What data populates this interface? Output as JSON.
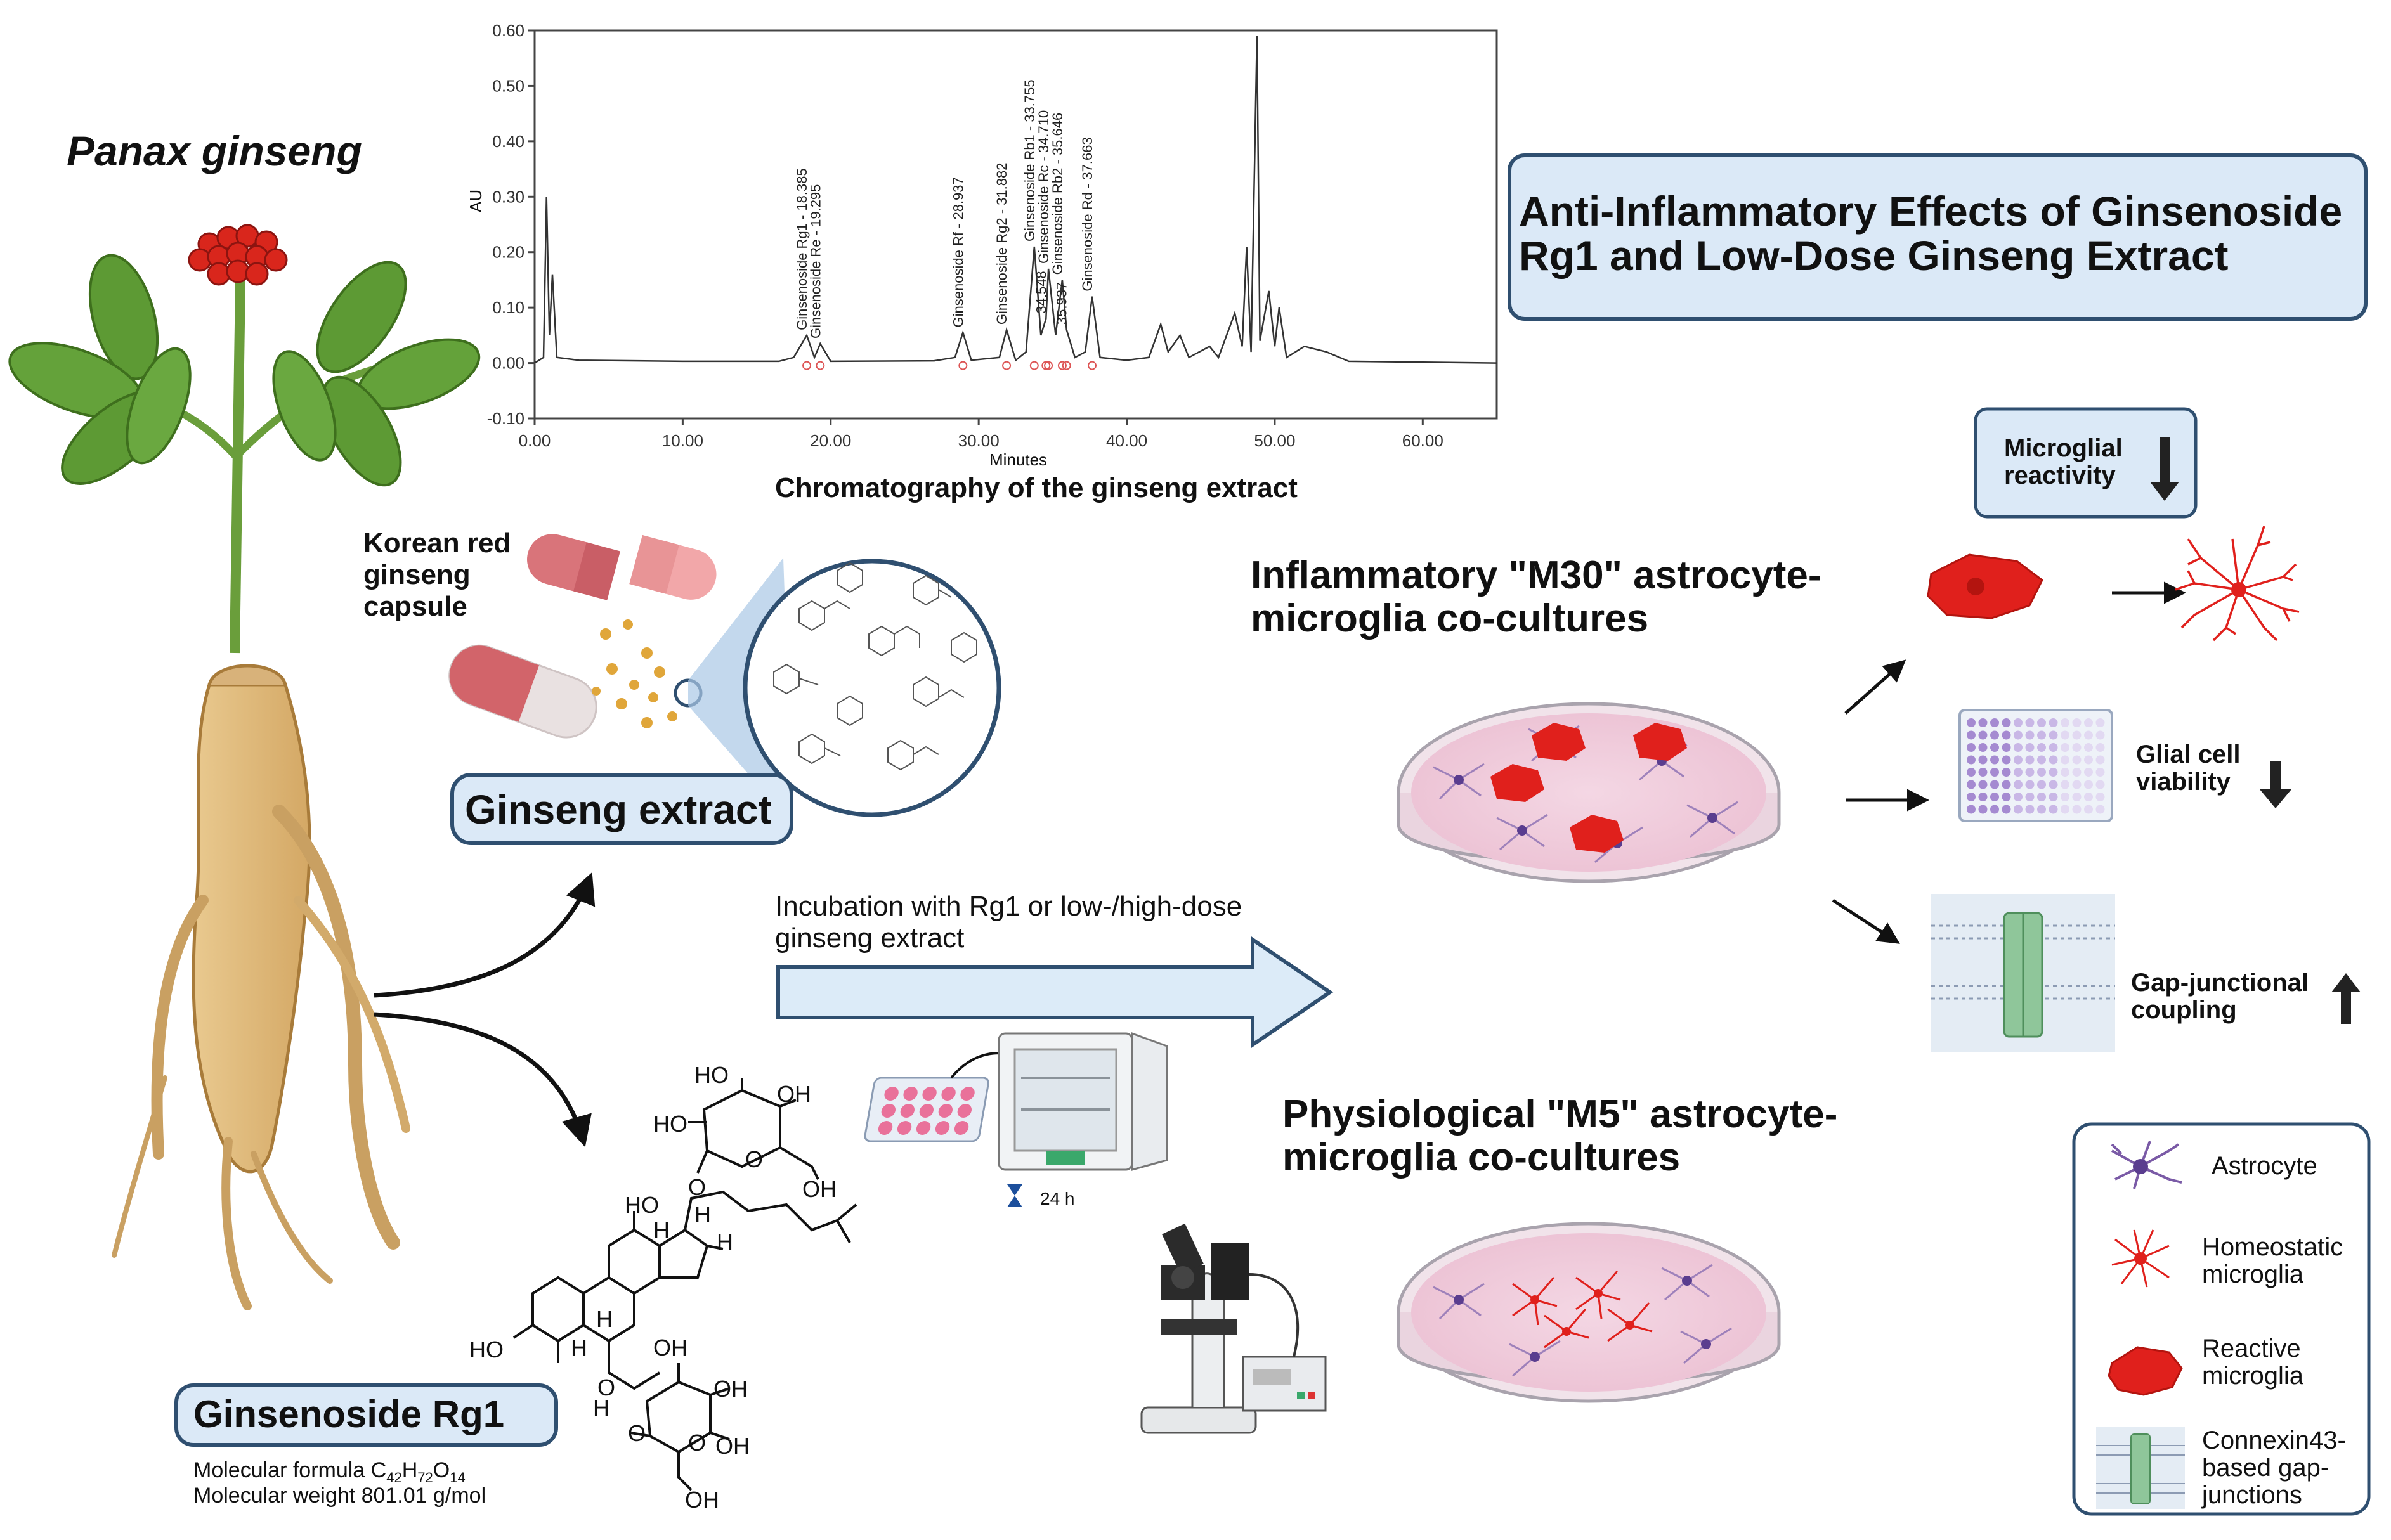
{
  "plant": {
    "title": "Panax ginseng"
  },
  "chromatogram": {
    "caption": "Chromatography of the ginseng extract",
    "y_axis_label": "AU",
    "x_axis_label": "Minutes"
  },
  "chart_data": {
    "type": "line",
    "title": "Chromatography of the ginseng extract",
    "xlabel": "Minutes",
    "ylabel": "AU",
    "xlim": [
      0,
      65
    ],
    "ylim": [
      -0.1,
      0.6
    ],
    "x_ticks": [
      "0.00",
      "10.00",
      "20.00",
      "30.00",
      "40.00",
      "50.00",
      "60.00"
    ],
    "y_ticks": [
      "-0.10",
      "0.00",
      "0.10",
      "0.20",
      "0.30",
      "0.40",
      "0.50",
      "0.60"
    ],
    "grid": false,
    "series": [
      {
        "values": [
          [
            0.0,
            0.0
          ],
          [
            0.6,
            0.01
          ],
          [
            0.8,
            0.3
          ],
          [
            1.0,
            0.05
          ],
          [
            1.2,
            0.16
          ],
          [
            1.5,
            0.01
          ],
          [
            3.0,
            0.005
          ],
          [
            10.0,
            0.003
          ],
          [
            16.5,
            0.003
          ],
          [
            17.5,
            0.01
          ],
          [
            18.385,
            0.05
          ],
          [
            18.9,
            0.01
          ],
          [
            19.295,
            0.035
          ],
          [
            20.0,
            0.003
          ],
          [
            27.0,
            0.004
          ],
          [
            28.4,
            0.01
          ],
          [
            28.937,
            0.055
          ],
          [
            29.5,
            0.005
          ],
          [
            31.4,
            0.01
          ],
          [
            31.882,
            0.06
          ],
          [
            32.5,
            0.005
          ],
          [
            33.2,
            0.02
          ],
          [
            33.755,
            0.21
          ],
          [
            34.2,
            0.05
          ],
          [
            34.548,
            0.08
          ],
          [
            34.71,
            0.17
          ],
          [
            35.2,
            0.05
          ],
          [
            35.646,
            0.15
          ],
          [
            35.937,
            0.06
          ],
          [
            36.5,
            0.01
          ],
          [
            37.2,
            0.02
          ],
          [
            37.663,
            0.12
          ],
          [
            38.2,
            0.01
          ],
          [
            40.0,
            0.005
          ],
          [
            41.5,
            0.01
          ],
          [
            42.3,
            0.07
          ],
          [
            42.8,
            0.02
          ],
          [
            43.6,
            0.05
          ],
          [
            44.2,
            0.01
          ],
          [
            45.6,
            0.03
          ],
          [
            46.2,
            0.01
          ],
          [
            47.3,
            0.09
          ],
          [
            47.8,
            0.03
          ],
          [
            48.1,
            0.21
          ],
          [
            48.4,
            0.02
          ],
          [
            48.8,
            0.59
          ],
          [
            49.0,
            0.04
          ],
          [
            49.6,
            0.13
          ],
          [
            50.0,
            0.03
          ],
          [
            50.3,
            0.1
          ],
          [
            50.8,
            0.01
          ],
          [
            52.0,
            0.03
          ],
          [
            53.5,
            0.02
          ],
          [
            55.0,
            0.003
          ],
          [
            65.0,
            0.0
          ]
        ]
      }
    ],
    "peak_labels": [
      {
        "x": 18.385,
        "y": 0.05,
        "label": "Ginsenoside Rg1 - 18.385"
      },
      {
        "x": 19.295,
        "y": 0.035,
        "label": "Ginsenoside Re - 19.295"
      },
      {
        "x": 28.937,
        "y": 0.055,
        "label": "Ginsenoside Rf - 28.937"
      },
      {
        "x": 31.882,
        "y": 0.06,
        "label": "Ginsenoside Rg2 - 31.882"
      },
      {
        "x": 33.755,
        "y": 0.21,
        "label": "Ginsenoside Rb1 - 33.755"
      },
      {
        "x": 34.548,
        "y": 0.08,
        "label": "34.548"
      },
      {
        "x": 34.71,
        "y": 0.17,
        "label": "Ginsenoside Rc - 34.710"
      },
      {
        "x": 35.646,
        "y": 0.15,
        "label": "Ginsenoside Rb2 - 35.646"
      },
      {
        "x": 35.937,
        "y": 0.06,
        "label": "35.937"
      },
      {
        "x": 37.663,
        "y": 0.12,
        "label": "Ginsenoside Rd - 37.663"
      }
    ]
  },
  "title_box": {
    "line1": "Anti-Inflammatory Effects of Ginsenoside",
    "line2": "Rg1 and Low-Dose Ginseng Extract"
  },
  "capsule": {
    "line1": "Korean red",
    "line2": "ginseng",
    "line3": "capsule"
  },
  "extract_label": "Ginseng extract",
  "rg1": {
    "label": "Ginsenoside Rg1",
    "formula_prefix": "Molecular formula C",
    "formula_c": "42",
    "formula_h_letter": "H",
    "formula_h": "72",
    "formula_o_letter": "O",
    "formula_o": "14",
    "weight": "Molecular weight 801.01 g/mol",
    "atoms": {
      "ho1": "HO",
      "oh1": "OH",
      "ho2": "HO",
      "o1": "O",
      "oh2": "OH",
      "o2": "O",
      "h1": "H",
      "oh3": "HO",
      "h2": "H",
      "h3": "H",
      "h4": "H",
      "ho3": "HO",
      "h5": "H",
      "o3": "O",
      "oh4": "OH",
      "h6": "H",
      "o4": "O",
      "oh5": "OH",
      "oh6": "OH",
      "o5": "O",
      "oh7": "OH"
    }
  },
  "incubation": {
    "line1": "Incubation with Rg1 or low-/high-dose",
    "line2": "ginseng extract",
    "time": "24 h"
  },
  "m30": {
    "line1": "Inflammatory \"M30\" astrocyte-",
    "line2": "microglia co-cultures"
  },
  "m5": {
    "line1": "Physiological \"M5\" astrocyte-",
    "line2": "microglia co-cultures"
  },
  "outcomes": {
    "reactivity_line1": "Microglial",
    "reactivity_line2": "reactivity",
    "viability_line1": "Glial cell",
    "viability_line2": "viability",
    "coupling_line1": "Gap-junctional",
    "coupling_line2": "coupling"
  },
  "legend": {
    "astrocyte": "Astrocyte",
    "homeostatic_line1": "Homeostatic",
    "homeostatic_line2": "microglia",
    "reactive_line1": "Reactive",
    "reactive_line2": "microglia",
    "cx43_line1": "Connexin43-",
    "cx43_line2": "based gap-",
    "cx43_line3": "junctions"
  },
  "colors": {
    "box_fill": "#dbe9f7",
    "box_border": "#2f4f70",
    "reactive": "#e0201c",
    "astrocyte": "#7a5aa6",
    "arrow_fill": "#dcebf8"
  }
}
